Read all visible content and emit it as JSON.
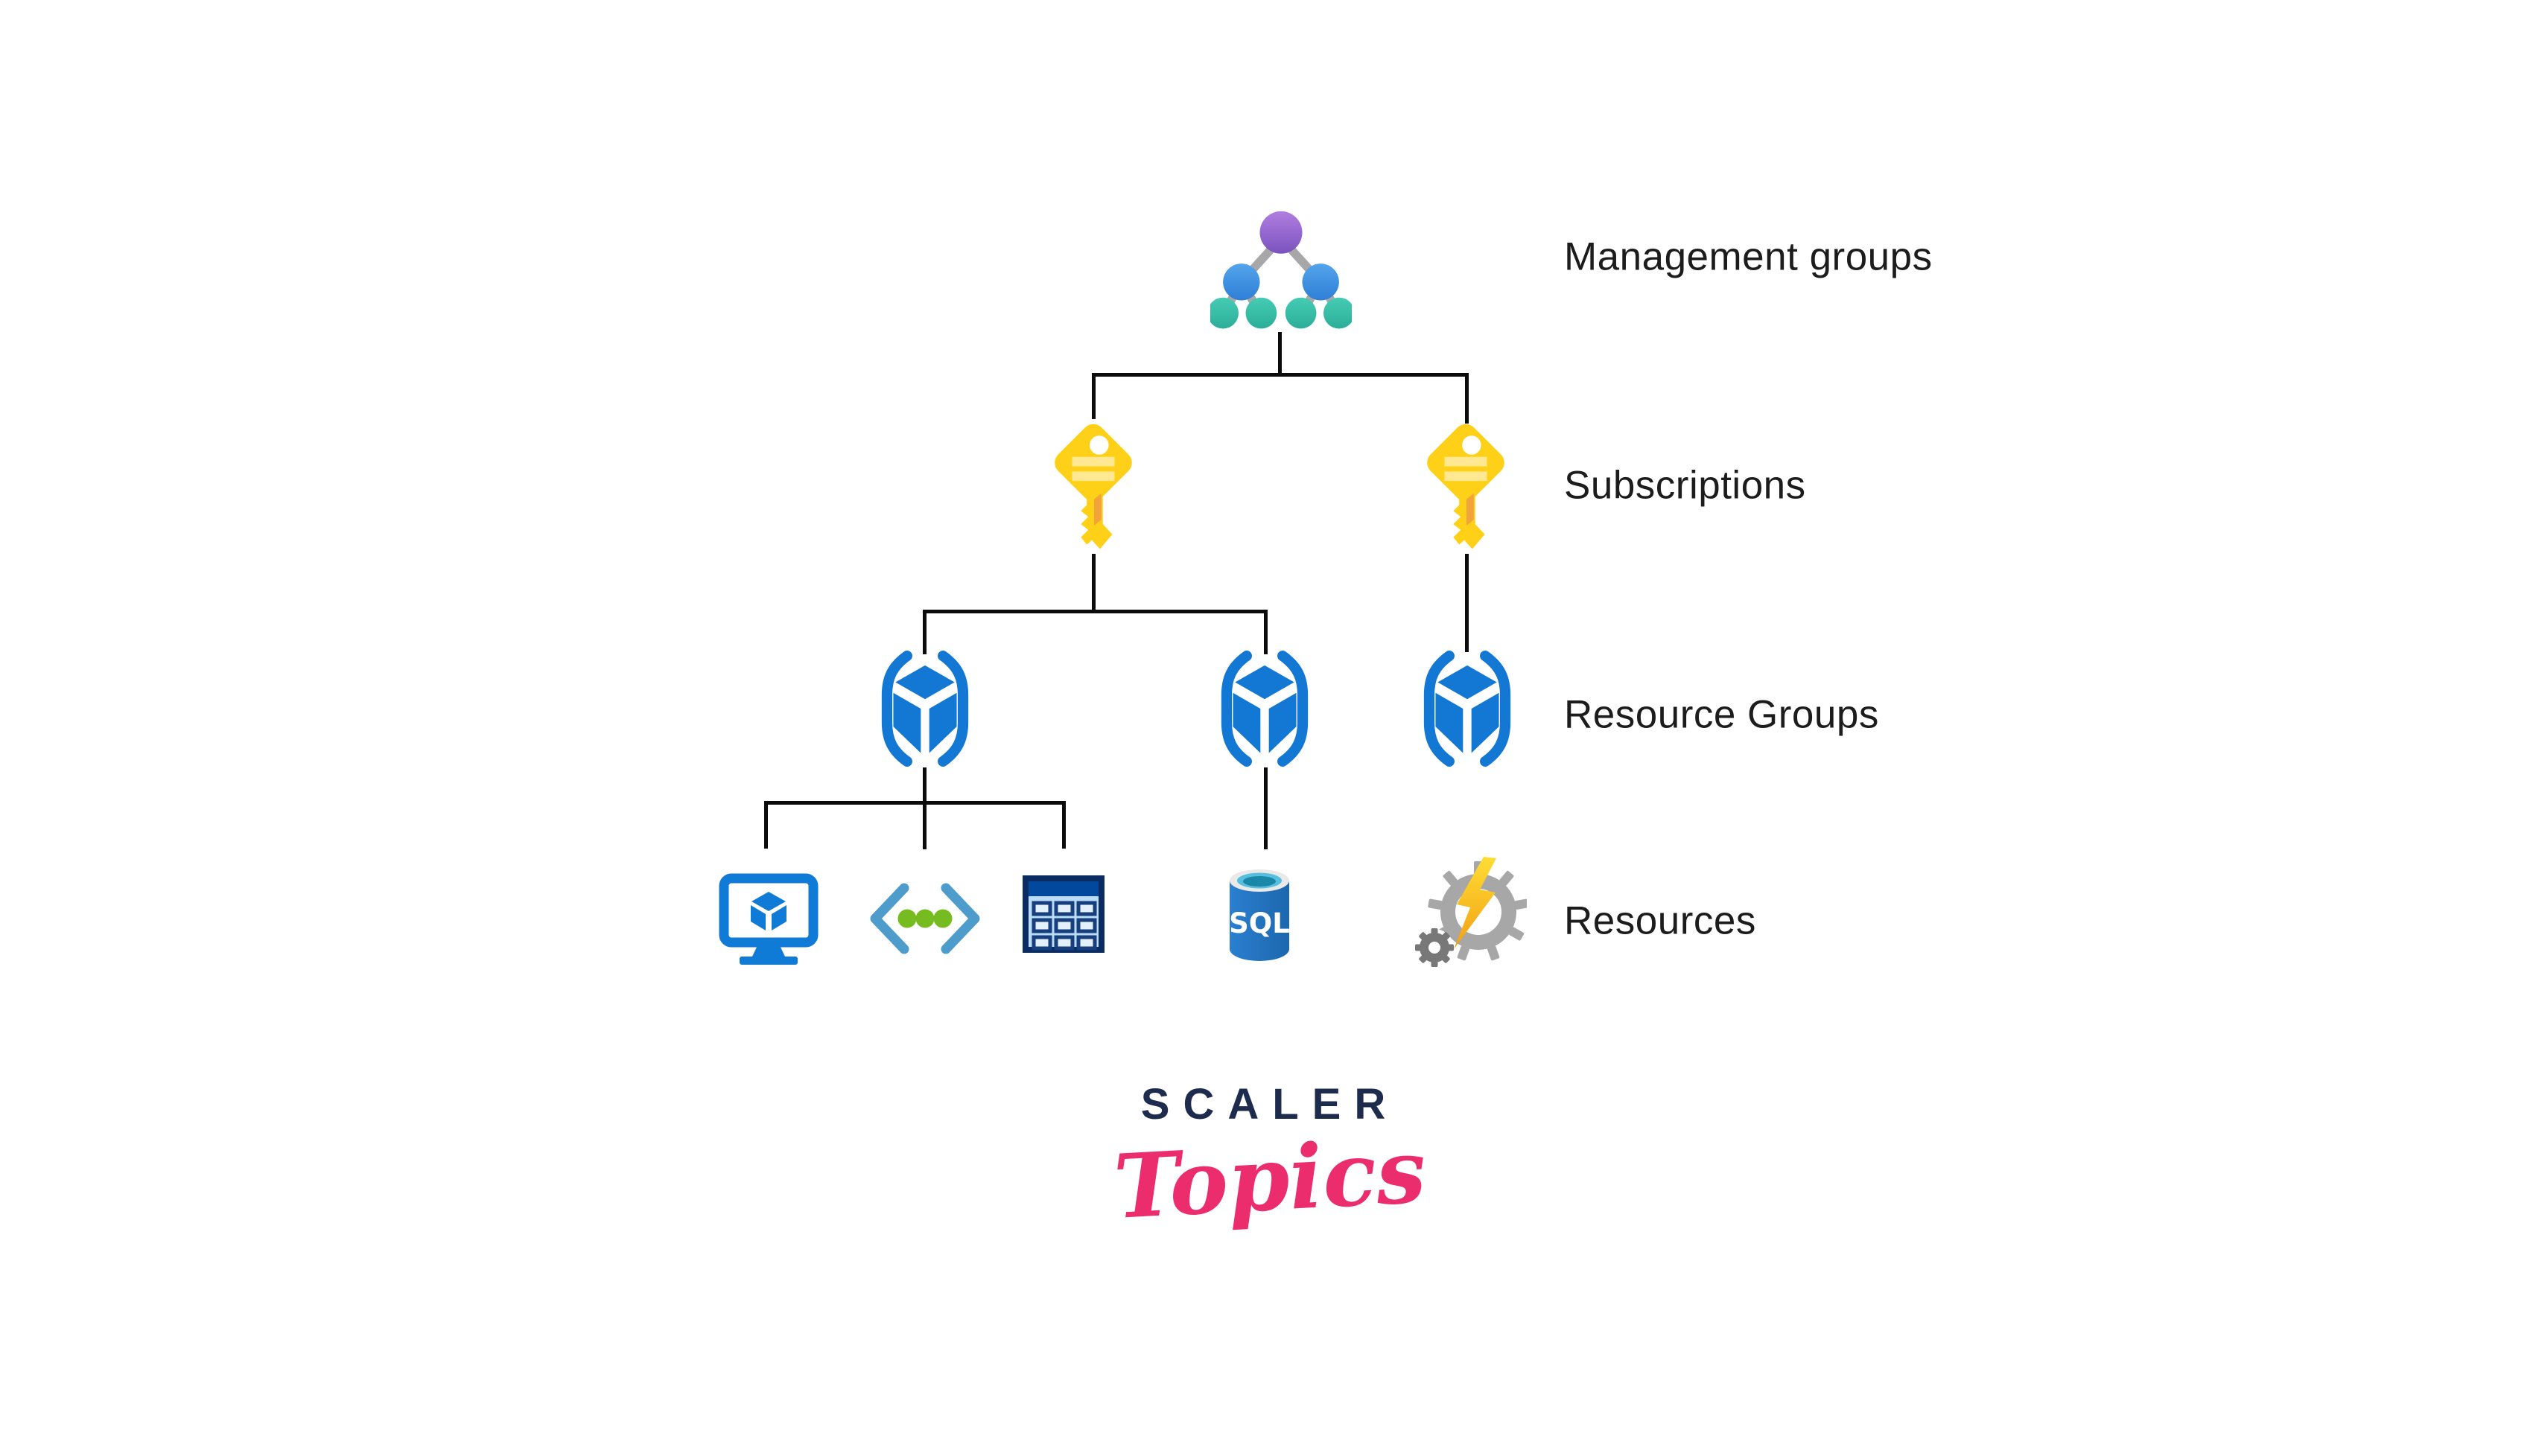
{
  "diagram": {
    "title_hint": "Azure management hierarchy",
    "levels": [
      {
        "label": "Management groups",
        "icon_count": 1,
        "icons": [
          "management-groups-tree-icon"
        ]
      },
      {
        "label": "Subscriptions",
        "icon_count": 2,
        "icons": [
          "subscription-key-icon",
          "subscription-key-icon"
        ]
      },
      {
        "label": "Resource Groups",
        "icon_count": 3,
        "icons": [
          "resource-group-icon",
          "resource-group-icon",
          "resource-group-icon"
        ]
      },
      {
        "label": "Resources",
        "icon_count": 5,
        "icons": [
          "virtual-machine-icon",
          "api-code-icon",
          "table-storage-icon",
          "sql-database-icon",
          "automation-gears-icon"
        ]
      }
    ]
  },
  "icons": {
    "sql_label": "SQL"
  },
  "logo": {
    "primary": "SCALER",
    "secondary": "Topics"
  },
  "colors": {
    "background": "#ffffff",
    "connector": "#0b0b0b",
    "label_text": "#1c1c1c",
    "tree_purple": "#9b6fd0",
    "tree_blue": "#3f92e2",
    "tree_teal": "#3bc3ac",
    "tree_link_gray": "#a7a7a7",
    "key_yellow": "#ffd018",
    "key_stripe": "#ffe891",
    "key_orange": "#f2a33c",
    "azure_blue": "#1377d4",
    "api_bracket_blue": "#4e9ccb",
    "api_dot_green": "#76bc21",
    "table_navy": "#0a2c62",
    "table_header_blue": "#02489c",
    "table_body_blue": "#bbdcfb",
    "table_cell_blue": "#e4f1fd",
    "sql_body_blue": "#2272b9",
    "sql_rim_gray": "#e9e9e9",
    "sql_inner_cyan": "#56bfdd",
    "gear_light_gray": "#a7a7a7",
    "gear_dark_gray": "#787878",
    "bolt_yellow": "#ffd829",
    "logo_navy": "#1d2b4d",
    "logo_pink": "#ec2d6d"
  }
}
